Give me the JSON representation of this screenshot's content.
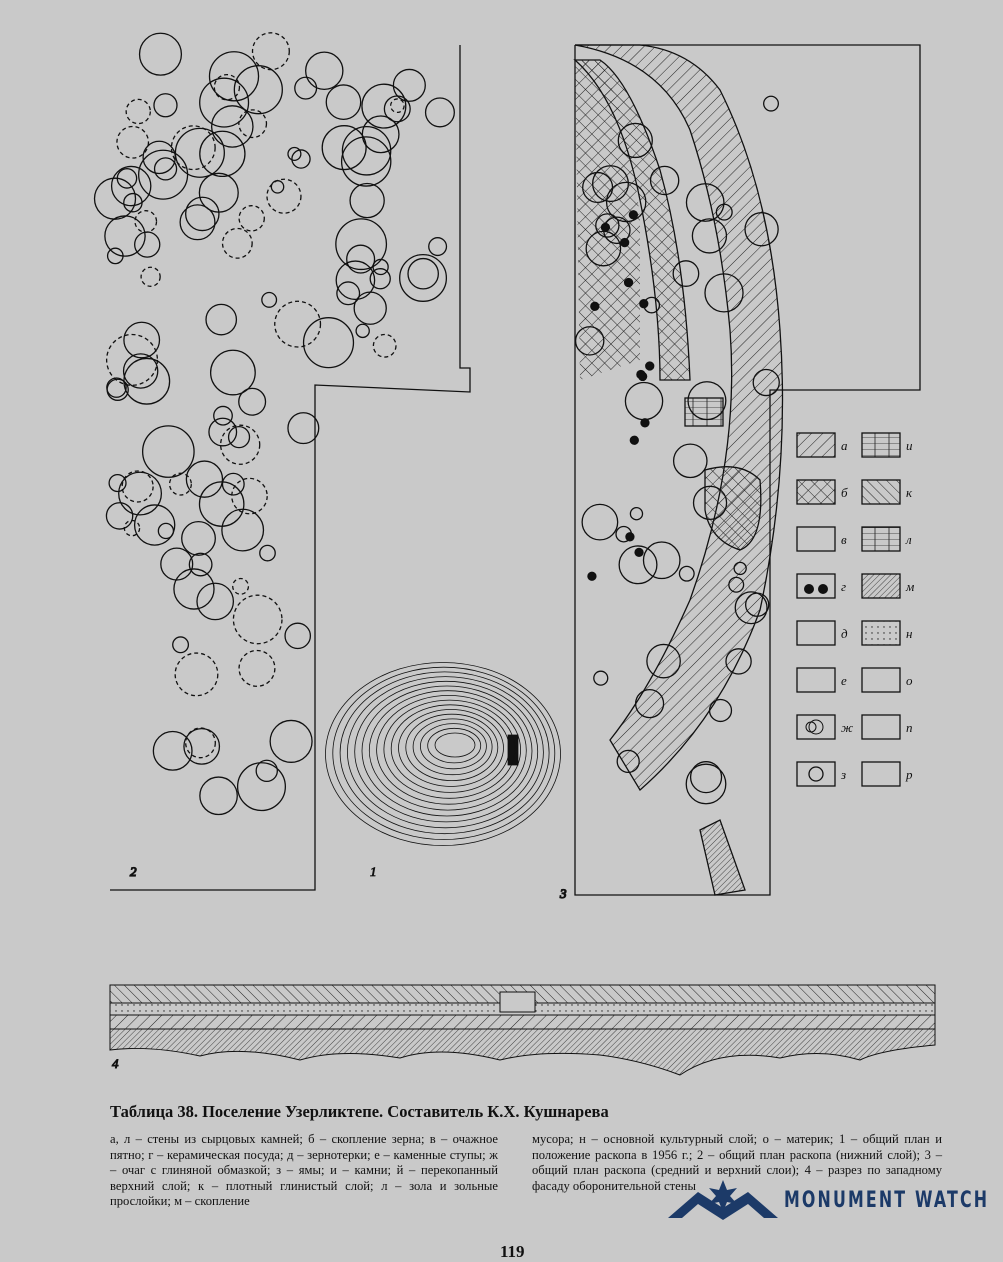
{
  "figure": {
    "plan_labels": [
      "1",
      "2",
      "3",
      "4"
    ],
    "legend": [
      {
        "key": "а",
        "pattern": "diagonal-hatch"
      },
      {
        "key": "б",
        "pattern": "cross-hatch"
      },
      {
        "key": "в",
        "pattern": "dashes"
      },
      {
        "key": "г",
        "pattern": "pots"
      },
      {
        "key": "д",
        "pattern": "grinders"
      },
      {
        "key": "е",
        "pattern": "mortars"
      },
      {
        "key": "ж",
        "pattern": "hearth"
      },
      {
        "key": "з",
        "pattern": "pit"
      },
      {
        "key": "и",
        "pattern": "stones"
      },
      {
        "key": "к",
        "pattern": "reverse-hatch"
      },
      {
        "key": "л",
        "pattern": "bricks"
      },
      {
        "key": "м",
        "pattern": "dense-hatch"
      },
      {
        "key": "н",
        "pattern": "dots"
      },
      {
        "key": "о",
        "pattern": "circles-v"
      },
      {
        "key": "п",
        "pattern": "dash-rows"
      },
      {
        "key": "р",
        "pattern": "zigzag"
      }
    ]
  },
  "title": "Таблица 38. Поселение Узерликтепе. Составитель К.Х. Кушнарева",
  "caption_left": "а, л – стены из сырцовых камней; б – скопление зерна; в – очажное пятно; г – керамическая посуда; д – зернотерки; е – каменные ступы; ж – очаг с глиняной обмазкой; з – ямы; и – камни; й – перекопанный верхний слой; к – плотный глинистый слой; л – зола и зольные прослойки; м – скопление",
  "caption_right": "мусора; н – основной культурный слой; о – материк; 1 – общий план и положение раскопа в 1956 г.; 2 – общий план раскопа (нижний слой); 3 – общий план раскопа (средний и верхний слои); 4 – разрез по западному фасаду оборонительной стены",
  "page_number": "119",
  "watermark": "MONUMENT WATCH",
  "colors": {
    "background": "#c9c9c9",
    "ink": "#111111",
    "watermark": "#1c3a68"
  }
}
